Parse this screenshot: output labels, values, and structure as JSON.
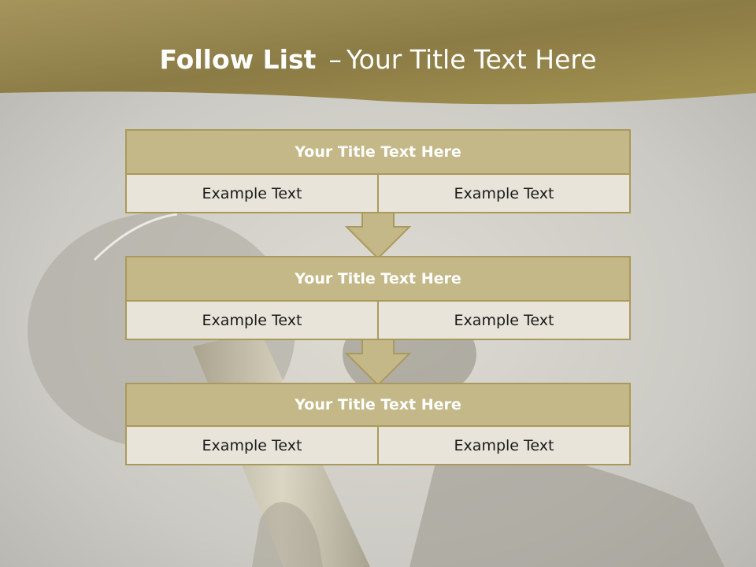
{
  "slide": {
    "title_bold": "Follow List",
    "title_dash": "–",
    "title_rest": "Your Title Text Here"
  },
  "blocks": [
    {
      "title": "Your Title Text Here",
      "left_text": "Example Text",
      "right_text": "Example Text"
    },
    {
      "title": "Your Title Text Here",
      "left_text": "Example Text",
      "right_text": "Example Text"
    },
    {
      "title": "Your Title Text Here",
      "left_text": "Example Text",
      "right_text": "Example Text"
    }
  ],
  "colors": {
    "banner": "#8f7f46",
    "header_fill": "#c4b888",
    "cell_fill": "#e8e4da",
    "border": "#a99a5c",
    "arrow_fill": "#c4b888",
    "title_text": "#ffffff"
  }
}
